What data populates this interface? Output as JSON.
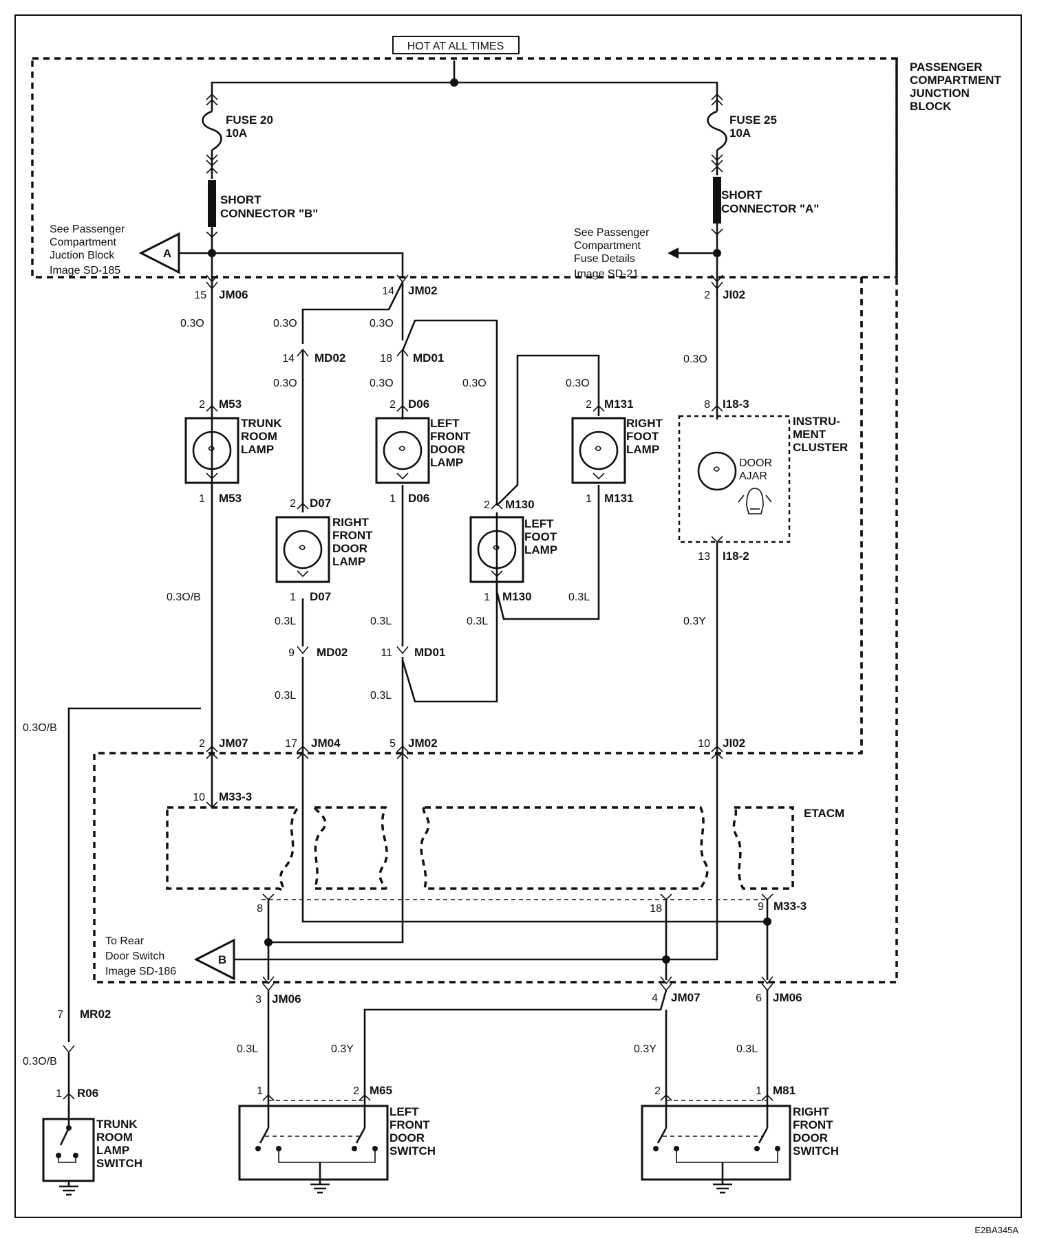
{
  "hot_label": "HOT AT ALL TIMES",
  "pcjb_lines": [
    "PASSENGER",
    "COMPARTMENT",
    "JUNCTION",
    "BLOCK"
  ],
  "fuse20": {
    "name": "FUSE 20",
    "rating": "10A"
  },
  "fuse25": {
    "name": "FUSE 25",
    "rating": "10A"
  },
  "shortB": [
    "SHORT",
    "CONNECTOR \"B\""
  ],
  "shortA": [
    "SHORT",
    "CONNECTOR \"A\""
  ],
  "refA": {
    "letter": "A",
    "lines": [
      "See Passenger",
      "Compartment",
      "Juction Block",
      "Image SD-185"
    ]
  },
  "refFuse": {
    "lines": [
      "See Passenger",
      "Compartment",
      "Fuse Details",
      "Image SD-21"
    ]
  },
  "refB": {
    "letter": "B",
    "lines": [
      "To Rear",
      "Door Switch",
      "Image SD-186"
    ]
  },
  "components": {
    "trunk_lamp": [
      "TRUNK",
      "ROOM",
      "LAMP"
    ],
    "lf_door_lamp": [
      "LEFT",
      "FRONT",
      "DOOR",
      "LAMP"
    ],
    "rf_door_lamp": [
      "RIGHT",
      "FRONT",
      "DOOR",
      "LAMP"
    ],
    "lf_foot_lamp": [
      "LEFT",
      "FOOT",
      "LAMP"
    ],
    "rf_foot_lamp": [
      "RIGHT",
      "FOOT",
      "LAMP"
    ],
    "door_ajar": [
      "DOOR",
      "AJAR"
    ],
    "instrument_cluster": [
      "INSTRU-",
      "MENT",
      "CLUSTER"
    ],
    "etacm": "ETACM",
    "trunk_switch": [
      "TRUNK",
      "ROOM",
      "LAMP",
      "SWITCH"
    ],
    "lf_door_switch": [
      "LEFT",
      "FRONT",
      "DOOR",
      "SWITCH"
    ],
    "rf_door_switch": [
      "RIGHT",
      "FRONT",
      "DOOR",
      "SWITCH"
    ]
  },
  "pins": [
    {
      "num": "15",
      "conn": "JM06"
    },
    {
      "num": "14",
      "conn": "JM02"
    },
    {
      "num": "2",
      "conn": "JI02"
    },
    {
      "num": "14",
      "conn": "MD02"
    },
    {
      "num": "18",
      "conn": "MD01"
    },
    {
      "num": "2",
      "conn": "M53"
    },
    {
      "num": "2",
      "conn": "D06"
    },
    {
      "num": "2",
      "conn": "M131"
    },
    {
      "num": "8",
      "conn": "I18-3"
    },
    {
      "num": "1",
      "conn": "M53"
    },
    {
      "num": "2",
      "conn": "D07"
    },
    {
      "num": "1",
      "conn": "D06"
    },
    {
      "num": "2",
      "conn": "M130"
    },
    {
      "num": "1",
      "conn": "M131"
    },
    {
      "num": "13",
      "conn": "I18-2"
    },
    {
      "num": "1",
      "conn": "D07"
    },
    {
      "num": "1",
      "conn": "M130"
    },
    {
      "num": "9",
      "conn": "MD02"
    },
    {
      "num": "11",
      "conn": "MD01"
    },
    {
      "num": "2",
      "conn": "JM07"
    },
    {
      "num": "17",
      "conn": "JM04"
    },
    {
      "num": "5",
      "conn": "JM02"
    },
    {
      "num": "10",
      "conn": "JI02"
    },
    {
      "num": "10",
      "conn": "M33-3"
    },
    {
      "num": "8",
      "conn": ""
    },
    {
      "num": "18",
      "conn": ""
    },
    {
      "num": "9",
      "conn": "M33-3"
    },
    {
      "num": "3",
      "conn": "JM06"
    },
    {
      "num": "4",
      "conn": "JM07"
    },
    {
      "num": "6",
      "conn": "JM06"
    },
    {
      "num": "7",
      "conn": "MR02"
    },
    {
      "num": "1",
      "conn": "R06"
    },
    {
      "num": "1",
      "conn": ""
    },
    {
      "num": "2",
      "conn": "M65"
    },
    {
      "num": "2",
      "conn": ""
    },
    {
      "num": "1",
      "conn": "M81"
    }
  ],
  "wire_labels": {
    "w_0_3o": "0.3O",
    "w_0_3o_b": "0.3O/B",
    "w_0_3l": "0.3L",
    "w_0_3y": "0.3Y"
  },
  "footer_code": "E2BA345A"
}
